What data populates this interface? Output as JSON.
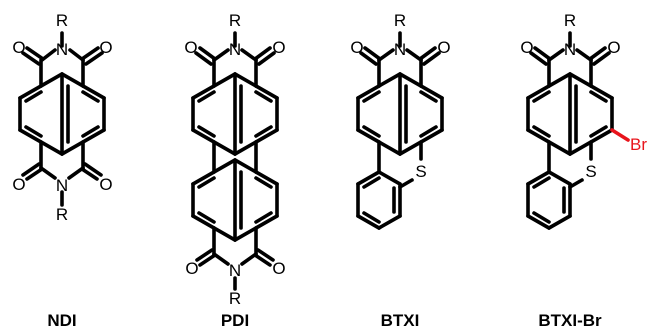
{
  "compounds": [
    {
      "name": "NDI",
      "atoms": {
        "r_top": "R",
        "n_top": "N",
        "o_top_left": "O",
        "o_top_right": "O",
        "r_bottom": "R",
        "n_bottom": "N",
        "o_bottom_left": "O",
        "o_bottom_right": "O"
      }
    },
    {
      "name": "PDI",
      "atoms": {
        "r_top": "R",
        "n_top": "N",
        "o_top_left": "O",
        "o_top_right": "O",
        "r_bottom": "R",
        "n_bottom": "N",
        "o_bottom_left": "O",
        "o_bottom_right": "O"
      }
    },
    {
      "name": "BTXI",
      "atoms": {
        "r_top": "R",
        "n_top": "N",
        "o_top_left": "O",
        "o_top_right": "O",
        "s": "S"
      }
    },
    {
      "name": "BTXI-Br",
      "atoms": {
        "r_top": "R",
        "n_top": "N",
        "o_top_left": "O",
        "o_top_right": "O",
        "s": "S",
        "br": "Br"
      }
    }
  ],
  "colors": {
    "bond": "#000000",
    "bromine": "#e8141c"
  }
}
